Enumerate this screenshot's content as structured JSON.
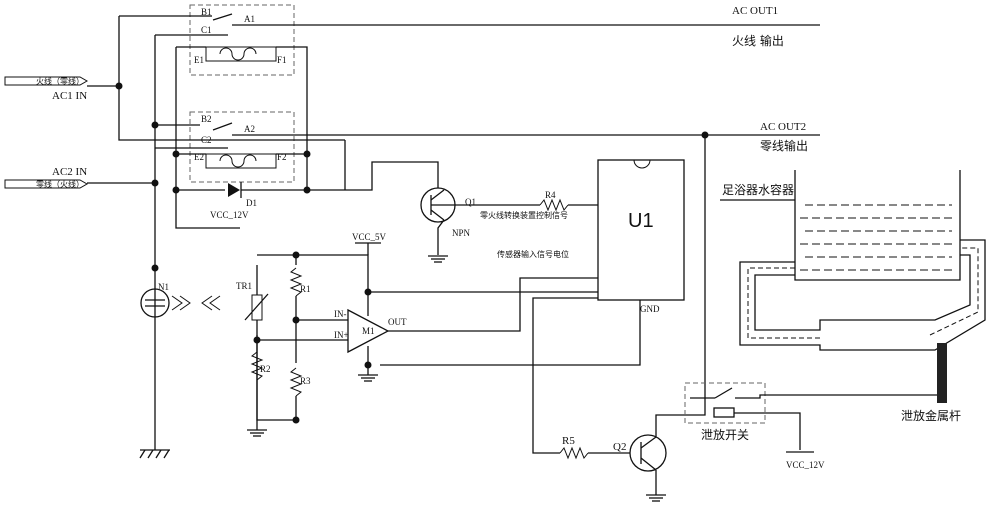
{
  "labels": {
    "ac_out1": "AC OUT1",
    "fire_out": "火线 输出",
    "ac_out2": "AC OUT2",
    "zero_out": "零线输出",
    "ac1_in": "AC1 IN",
    "ac1_tag": "火线（零线）",
    "ac2_in": "AC2 IN",
    "ac2_tag": "零线（火线）",
    "b1": "B1",
    "a1": "A1",
    "c1": "C1",
    "e1": "E1",
    "f1": "F1",
    "b2": "B2",
    "a2": "A2",
    "c2": "C2",
    "e2": "E2",
    "f2": "F2",
    "d1": "D1",
    "vcc12_top": "VCC_12V",
    "q1": "Q1",
    "npn": "NPN",
    "r4": "R4",
    "switch_signal": "零火线转换装置控制信号",
    "u1": "U1",
    "sensor_signal": "传感器输入信号电位",
    "gnd": "GND",
    "vcc5": "VCC_5V",
    "n1": "N1",
    "tr1": "TR1",
    "r1": "R1",
    "r2": "R2",
    "r3": "R3",
    "in_minus": "IN-",
    "in_plus": "IN+",
    "m1": "M1",
    "out": "OUT",
    "r5": "R5",
    "q2": "Q2",
    "discharge_switch": "泄放开关",
    "vcc12_bottom": "VCC_12V",
    "container": "足浴器水容器",
    "metal_rod": "泄放金属杆"
  }
}
